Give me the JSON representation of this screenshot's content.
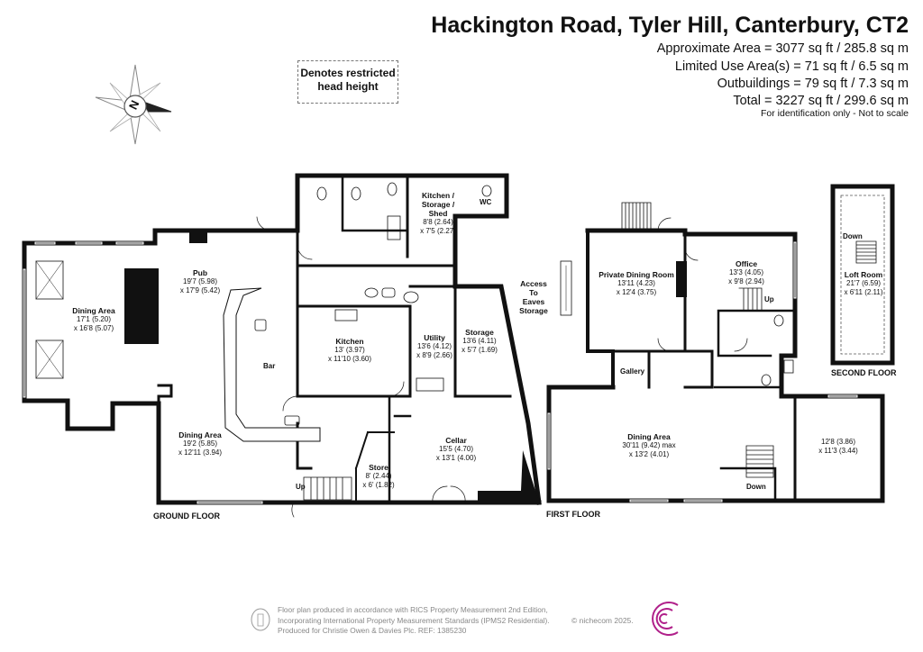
{
  "header": {
    "title": "Hackington Road, Tyler Hill, Canterbury, CT2",
    "area_lines": [
      "Approximate Area = 3077 sq ft / 285.8 sq m",
      "Limited Use Area(s) = 71 sq ft / 6.5 sq m",
      "Outbuildings = 79 sq ft / 7.3 sq m",
      "Total = 3227 sq ft / 299.6 sq m"
    ],
    "disclaimer": "For identification only - Not to scale"
  },
  "legend": {
    "line1": "Denotes restricted",
    "line2": "head height"
  },
  "compass": {
    "letter": "N"
  },
  "ground_floor": {
    "label": "GROUND FLOOR",
    "dining_area_left": {
      "name": "Dining Area",
      "dim1": "17'1 (5.20)",
      "dim2": "x 16'8 (5.07)"
    },
    "pub": {
      "name": "Pub",
      "dim1": "19'7 (5.98)",
      "dim2": "x 17'9 (5.42)"
    },
    "bar": "Bar",
    "dining_area_lower": {
      "name": "Dining Area",
      "dim1": "19'2 (5.85)",
      "dim2": "x 12'11 (3.94)"
    },
    "kitchen": {
      "name": "Kitchen",
      "dim1": "13' (3.97)",
      "dim2": "x 11'10 (3.60)"
    },
    "utility": {
      "name": "Utility",
      "dim1": "13'6 (4.12)",
      "dim2": "x 8'9 (2.66)"
    },
    "storage": {
      "name": "Storage",
      "dim1": "13'6 (4.11)",
      "dim2": "x 5'7 (1.69)"
    },
    "kitchen_shed": {
      "line1": "Kitchen /",
      "line2": "Storage /",
      "line3": "Shed",
      "dim1": "8'8 (2.64)",
      "dim2": "x 7'5 (2.27)"
    },
    "wc": "WC",
    "cellar": {
      "name": "Cellar",
      "dim1": "15'5 (4.70)",
      "dim2": "x 13'1 (4.00)"
    },
    "store": {
      "name": "Store",
      "dim1": "8' (2.44)",
      "dim2": "x 6' (1.82)"
    },
    "up": "Up"
  },
  "first_floor": {
    "label": "FIRST FLOOR",
    "access": {
      "l1": "Access",
      "l2": "To",
      "l3": "Eaves",
      "l4": "Storage"
    },
    "private_dining": {
      "name": "Private Dining Room",
      "dim1": "13'11 (4.23)",
      "dim2": "x 12'4 (3.75)"
    },
    "office": {
      "name": "Office",
      "dim1": "13'3 (4.05)",
      "dim2": "x 9'8 (2.94)"
    },
    "up": "Up",
    "gallery": "Gallery",
    "dining_area": {
      "name": "Dining Area",
      "dim1": "30'11 (9.42) max",
      "dim2": "x 13'2 (4.01)"
    },
    "bedroom": {
      "dim1": "12'8 (3.86)",
      "dim2": "x 11'3 (3.44)"
    },
    "down": "Down"
  },
  "second_floor": {
    "label": "SECOND FLOOR",
    "loft": {
      "name": "Loft Room",
      "dim1": "21'7 (6.59)",
      "dim2": "x 6'11 (2.11)"
    },
    "down": "Down"
  },
  "footer": {
    "line1": "Floor plan produced in accordance with RICS Property Measurement 2nd Edition,",
    "line2": "Incorporating International Property Measurement Standards (IPMS2 Residential).",
    "line3": "Produced for Christie Owen & Davies Plc.   REF: 1385230",
    "brand": "© nichecom 2025."
  },
  "colors": {
    "wall": "#111111",
    "accent": "#b0208a"
  }
}
